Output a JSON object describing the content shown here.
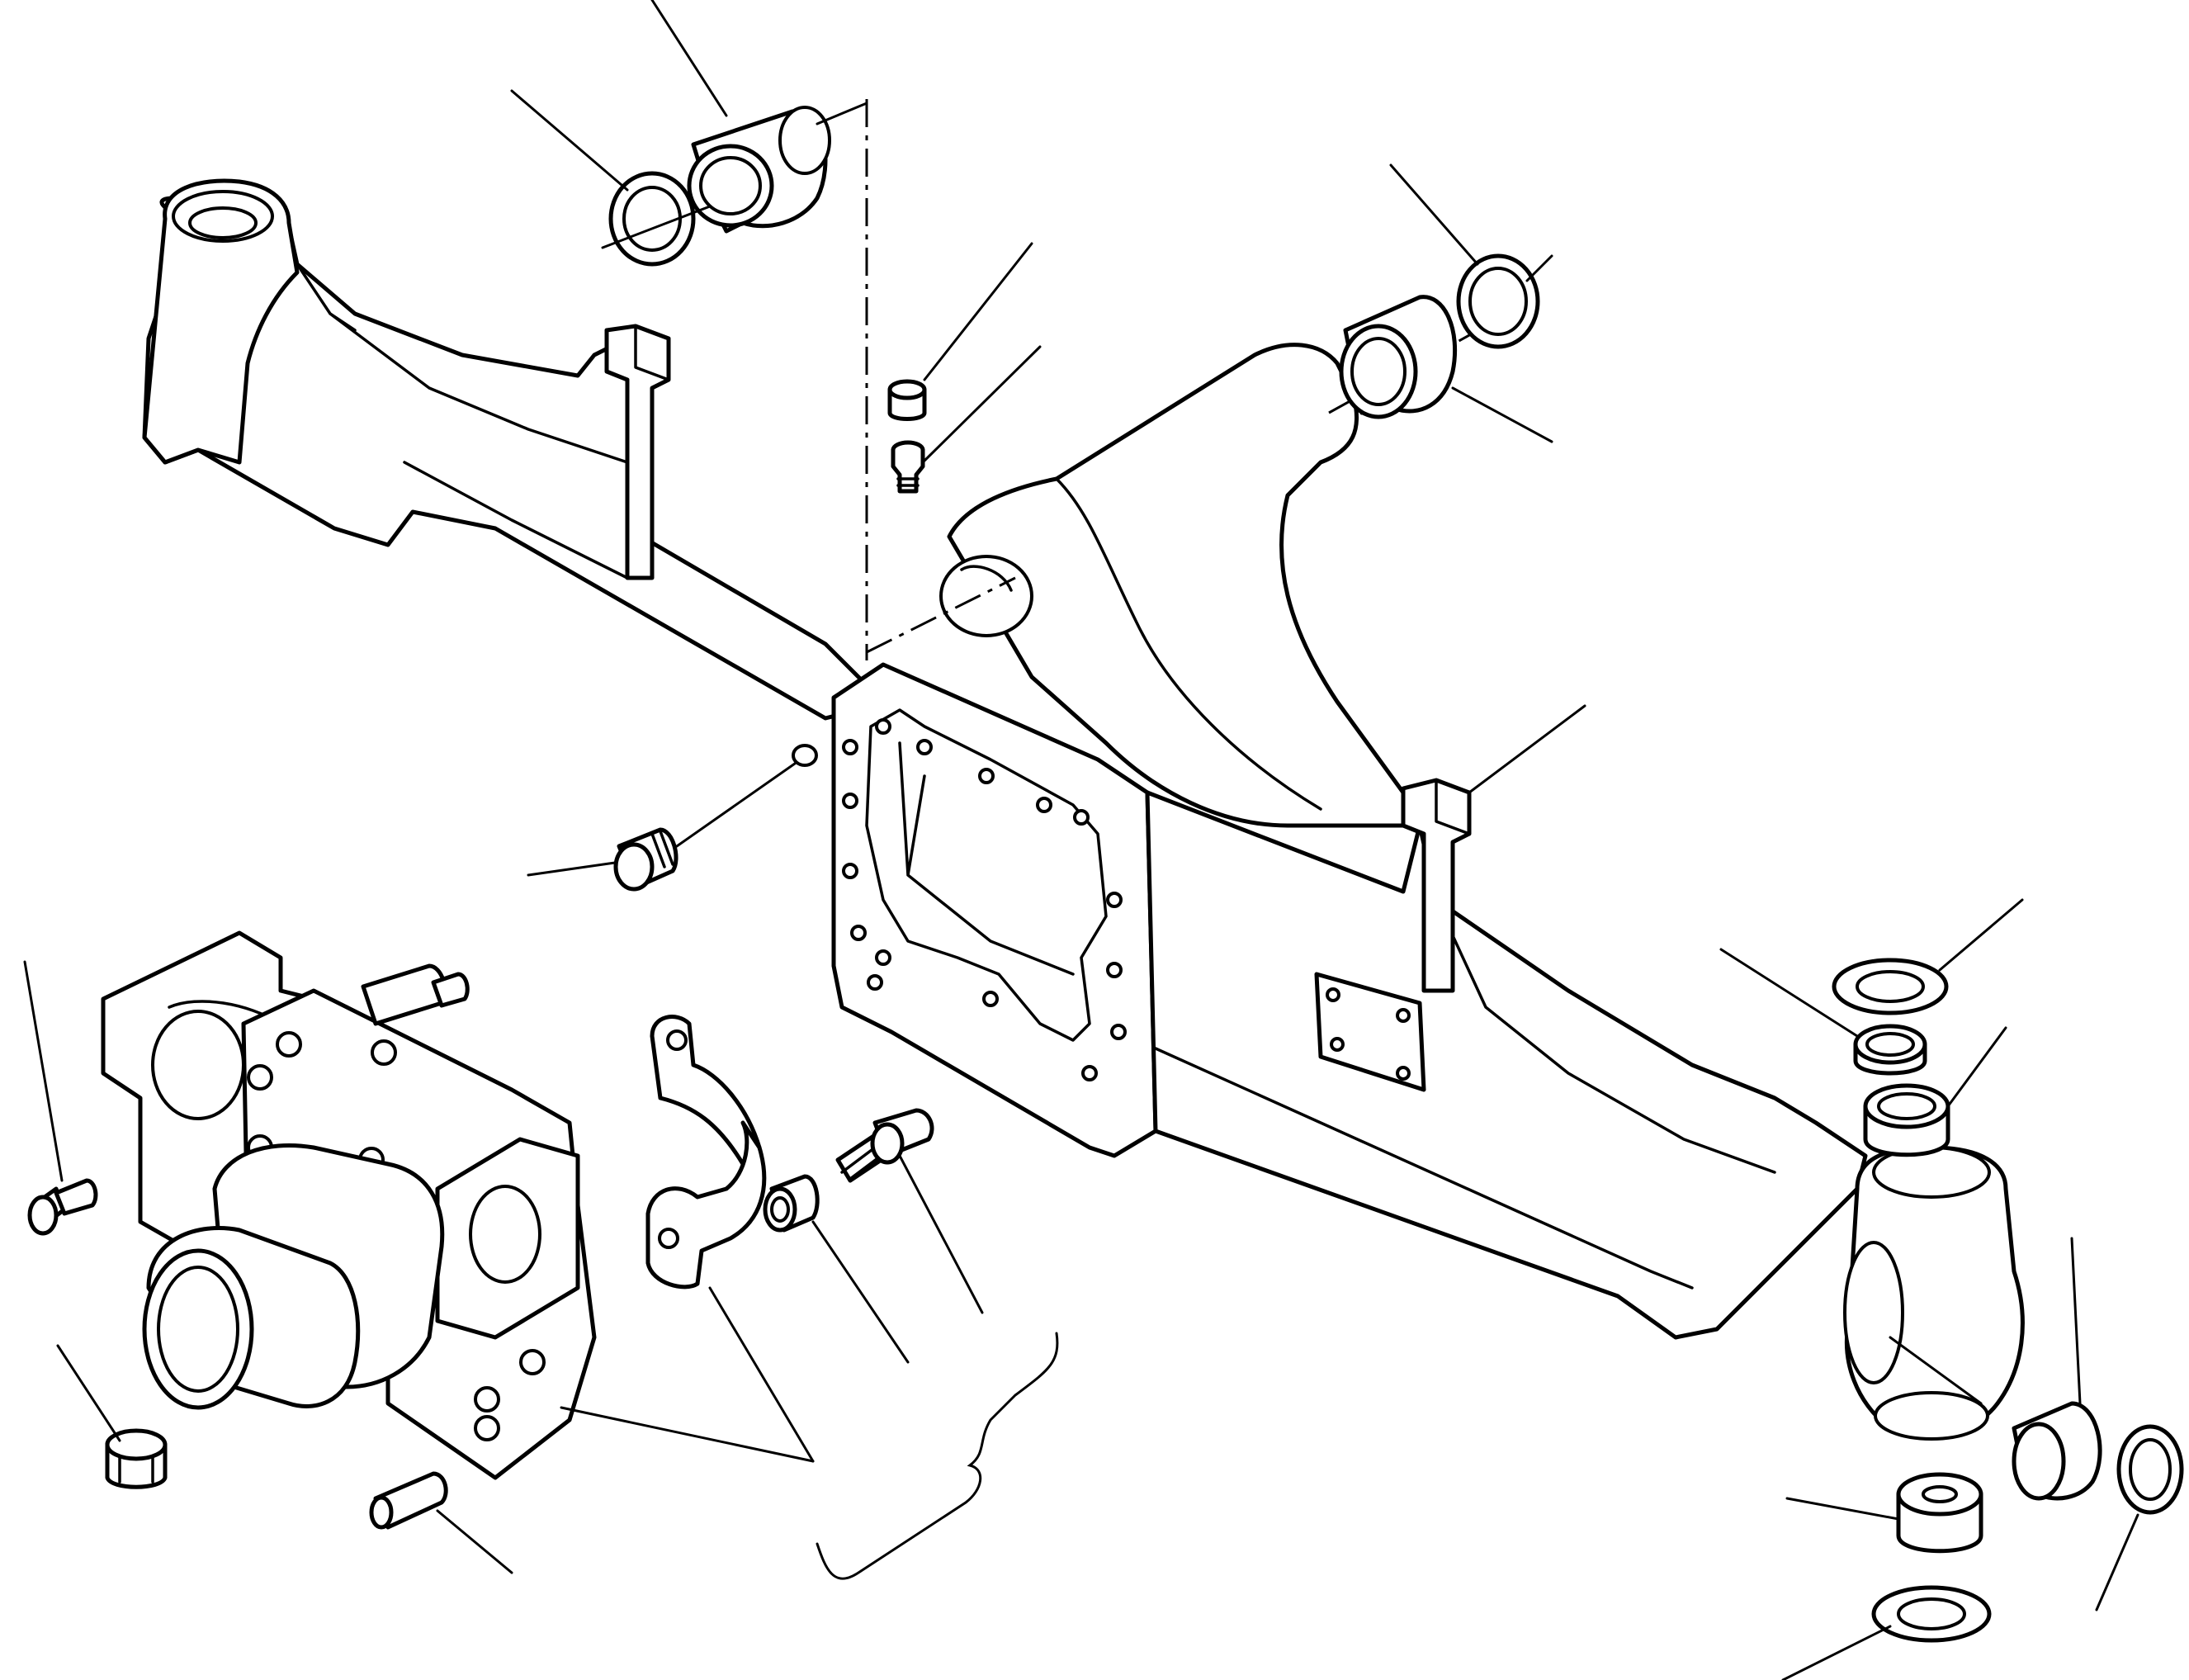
{
  "diagram": {
    "kind": "exploded parts view",
    "line_color": "#000000",
    "background": "#ffffff",
    "parts": [
      "axle-housing",
      "differential-carrier",
      "bearing-caps",
      "cap-bolt",
      "bushing-bearing",
      "thrust-washer",
      "seal-ring",
      "grease-nipple",
      "breather-cap",
      "drain-plug",
      "stud-bolt",
      "dowel-pin",
      "bracket-block"
    ],
    "labels": []
  }
}
